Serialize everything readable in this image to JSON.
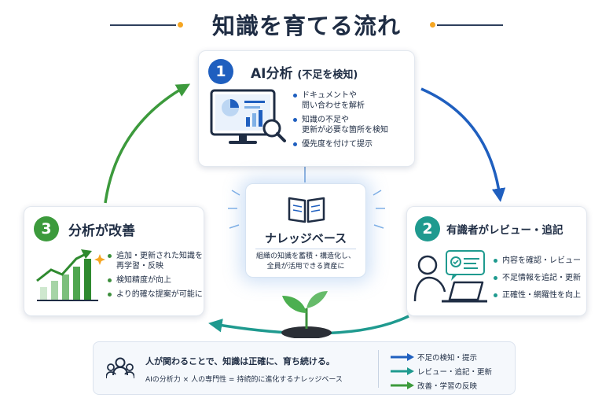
{
  "title": "知識を育てる流れ",
  "step1": {
    "number": "1",
    "title": "AI分析",
    "title_paren": "(不足を検知)",
    "bullets": [
      "ドキュメントや\n問い合わせを解析",
      "知識の不足や\n更新が必要な箇所を検知",
      "優先度を付けて提示"
    ]
  },
  "step2": {
    "number": "2",
    "title": "有識者がレビュー・追記",
    "bullets": [
      "内容を確認・レビュー",
      "不足情報を追記・更新",
      "正確性・網羅性を向上"
    ]
  },
  "step3": {
    "number": "3",
    "title": "分析が改善",
    "bullets": [
      "追加・更新された知識を\n再学習・反映",
      "検知精度が向上",
      "より的確な提案が可能に"
    ]
  },
  "knowledge_base": {
    "title": "ナレッジベース",
    "description": "組織の知識を蓄積・構造化し、\n全員が活用できる資産に"
  },
  "bottom": {
    "main": "人が関わることで、知識は正確に、育ち続ける。",
    "sub": "AIの分析力 × 人の専門性 = 持続的に進化するナレッジベース"
  },
  "legend": [
    {
      "label": "不足の検知・提示",
      "color": "#1f5fbf"
    },
    {
      "label": "レビュー・追記・更新",
      "color": "#1f9a8f"
    },
    {
      "label": "改善・学習の反映",
      "color": "#3c9a3c"
    }
  ],
  "colors": {
    "navy": "#1f2d44",
    "step1": "#1f5fbf",
    "step2": "#1f9a8f",
    "step3": "#3c9a3c",
    "accent": "#f5a623"
  }
}
